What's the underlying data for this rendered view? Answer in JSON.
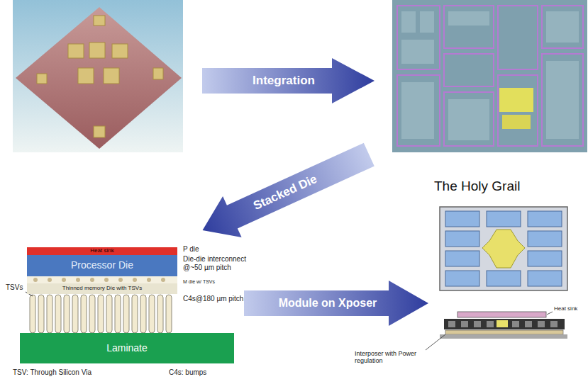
{
  "diagram": {
    "nodes": [
      {
        "text": [
          "Heat sink"
        ]
      },
      {
        "text": [
          "Processor Die"
        ]
      },
      {
        "text": [
          "Thinned memory Die with TSVs"
        ]
      },
      {
        "text": [
          "Laminate"
        ]
      }
    ],
    "labels": [
      "Integration",
      "Stacked Die",
      "Module on Xposer",
      "The Holy Grail",
      "P die",
      "Die-die interconnect @~50 µm pitch",
      "M die w/ TSVs",
      "C4s@180 µm pitch",
      "TSVs",
      "TSV: Through Silicon Via",
      "C4s: bumps",
      "Heat sink",
      "Interposer with Power regulation"
    ]
  }
}
